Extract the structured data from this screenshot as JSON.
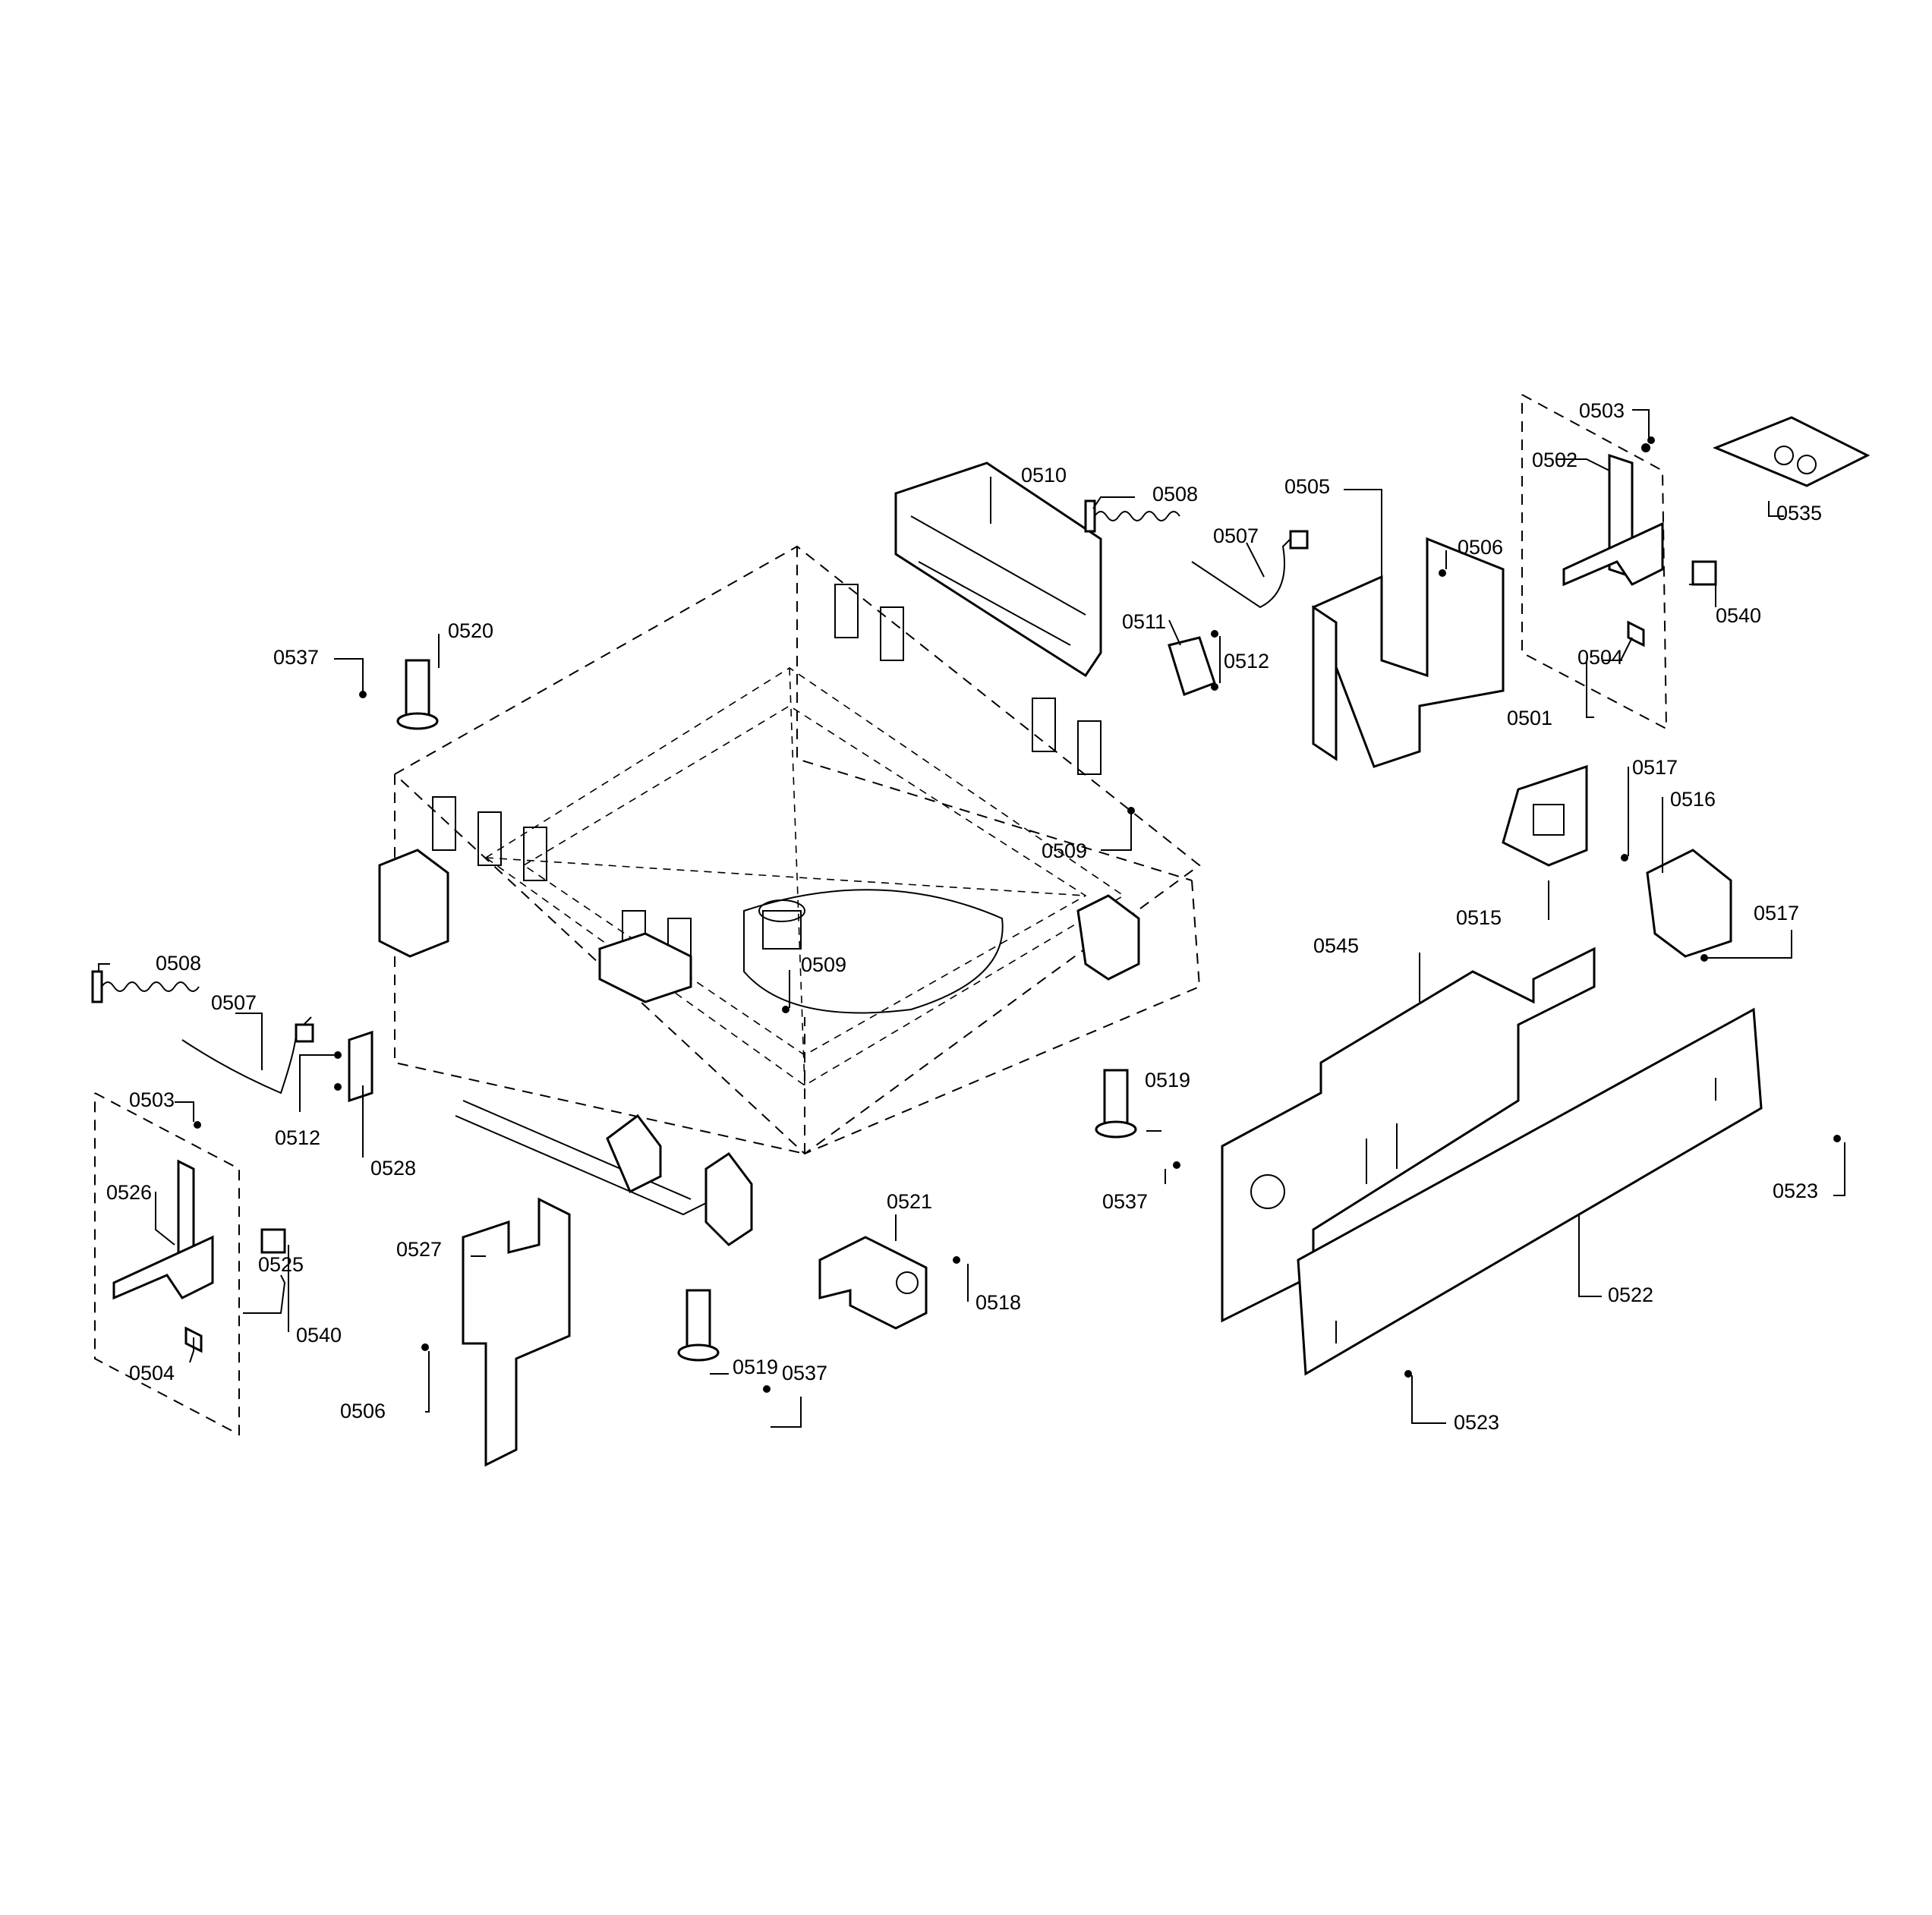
{
  "labels": {
    "l0501": "0501",
    "l0502": "0502",
    "l0503a": "0503",
    "l0503b": "0503",
    "l0504a": "0504",
    "l0504b": "0504",
    "l0505": "0505",
    "l0506a": "0506",
    "l0506b": "0506",
    "l0507a": "0507",
    "l0507b": "0507",
    "l0508a": "0508",
    "l0508b": "0508",
    "l0509a": "0509",
    "l0509b": "0509",
    "l0510": "0510",
    "l0511": "0511",
    "l0512a": "0512",
    "l0512b": "0512",
    "l0515": "0515",
    "l0516": "0516",
    "l0517a": "0517",
    "l0517b": "0517",
    "l0518": "0518",
    "l0519a": "0519",
    "l0519b": "0519",
    "l0520": "0520",
    "l0521": "0521",
    "l0522": "0522",
    "l0523a": "0523",
    "l0523b": "0523",
    "l0525": "0525",
    "l0526": "0526",
    "l0527": "0527",
    "l0528": "0528",
    "l0535": "0535",
    "l0537a": "0537",
    "l0537b": "0537",
    "l0537c": "0537",
    "l0540a": "0540",
    "l0540b": "0540",
    "l0545": "0545"
  }
}
